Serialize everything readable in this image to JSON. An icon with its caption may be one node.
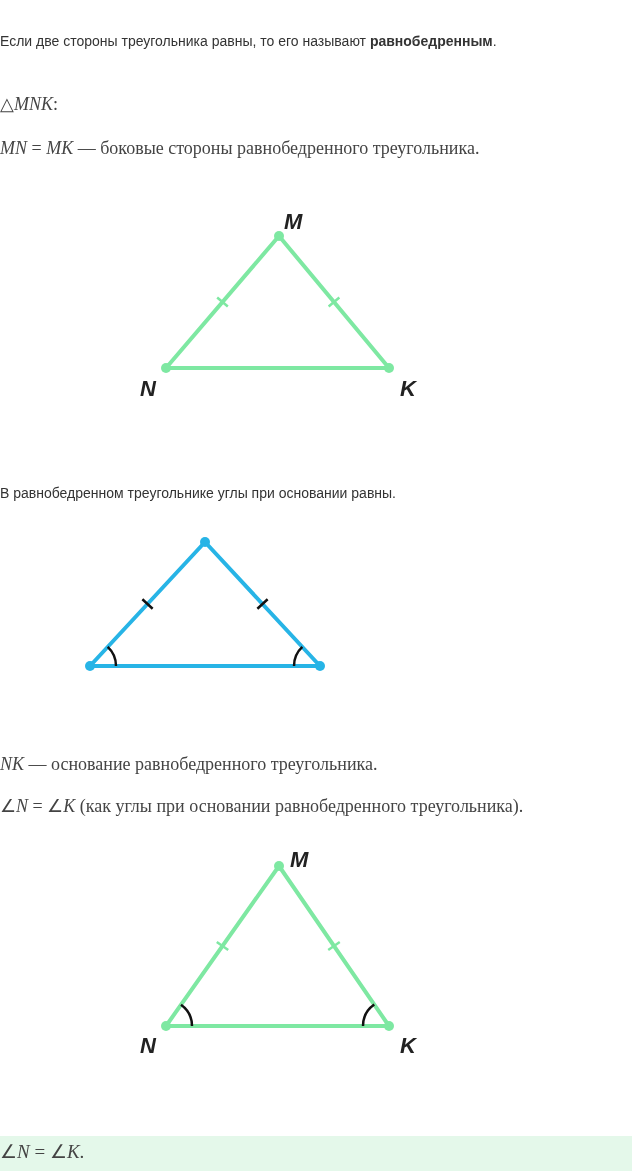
{
  "diagram": {
    "labels": [
      "Если две стороны треугольника равны, то его называют **равнобедренным**.",
      "△*MNK*:",
      "*MN* = *MK* — боковые стороны равнобедренного треугольника.",
      "M",
      "N",
      "K",
      "В равнобедренном треугольнике углы при основании равны.",
      "*NK* — основание равнобедренного треугольника.",
      "∠*N* = ∠*K* (как углы при основании равнобедренного треугольника).",
      "M",
      "N",
      "K",
      "∠*N* = ∠*K*."
    ]
  }
}
